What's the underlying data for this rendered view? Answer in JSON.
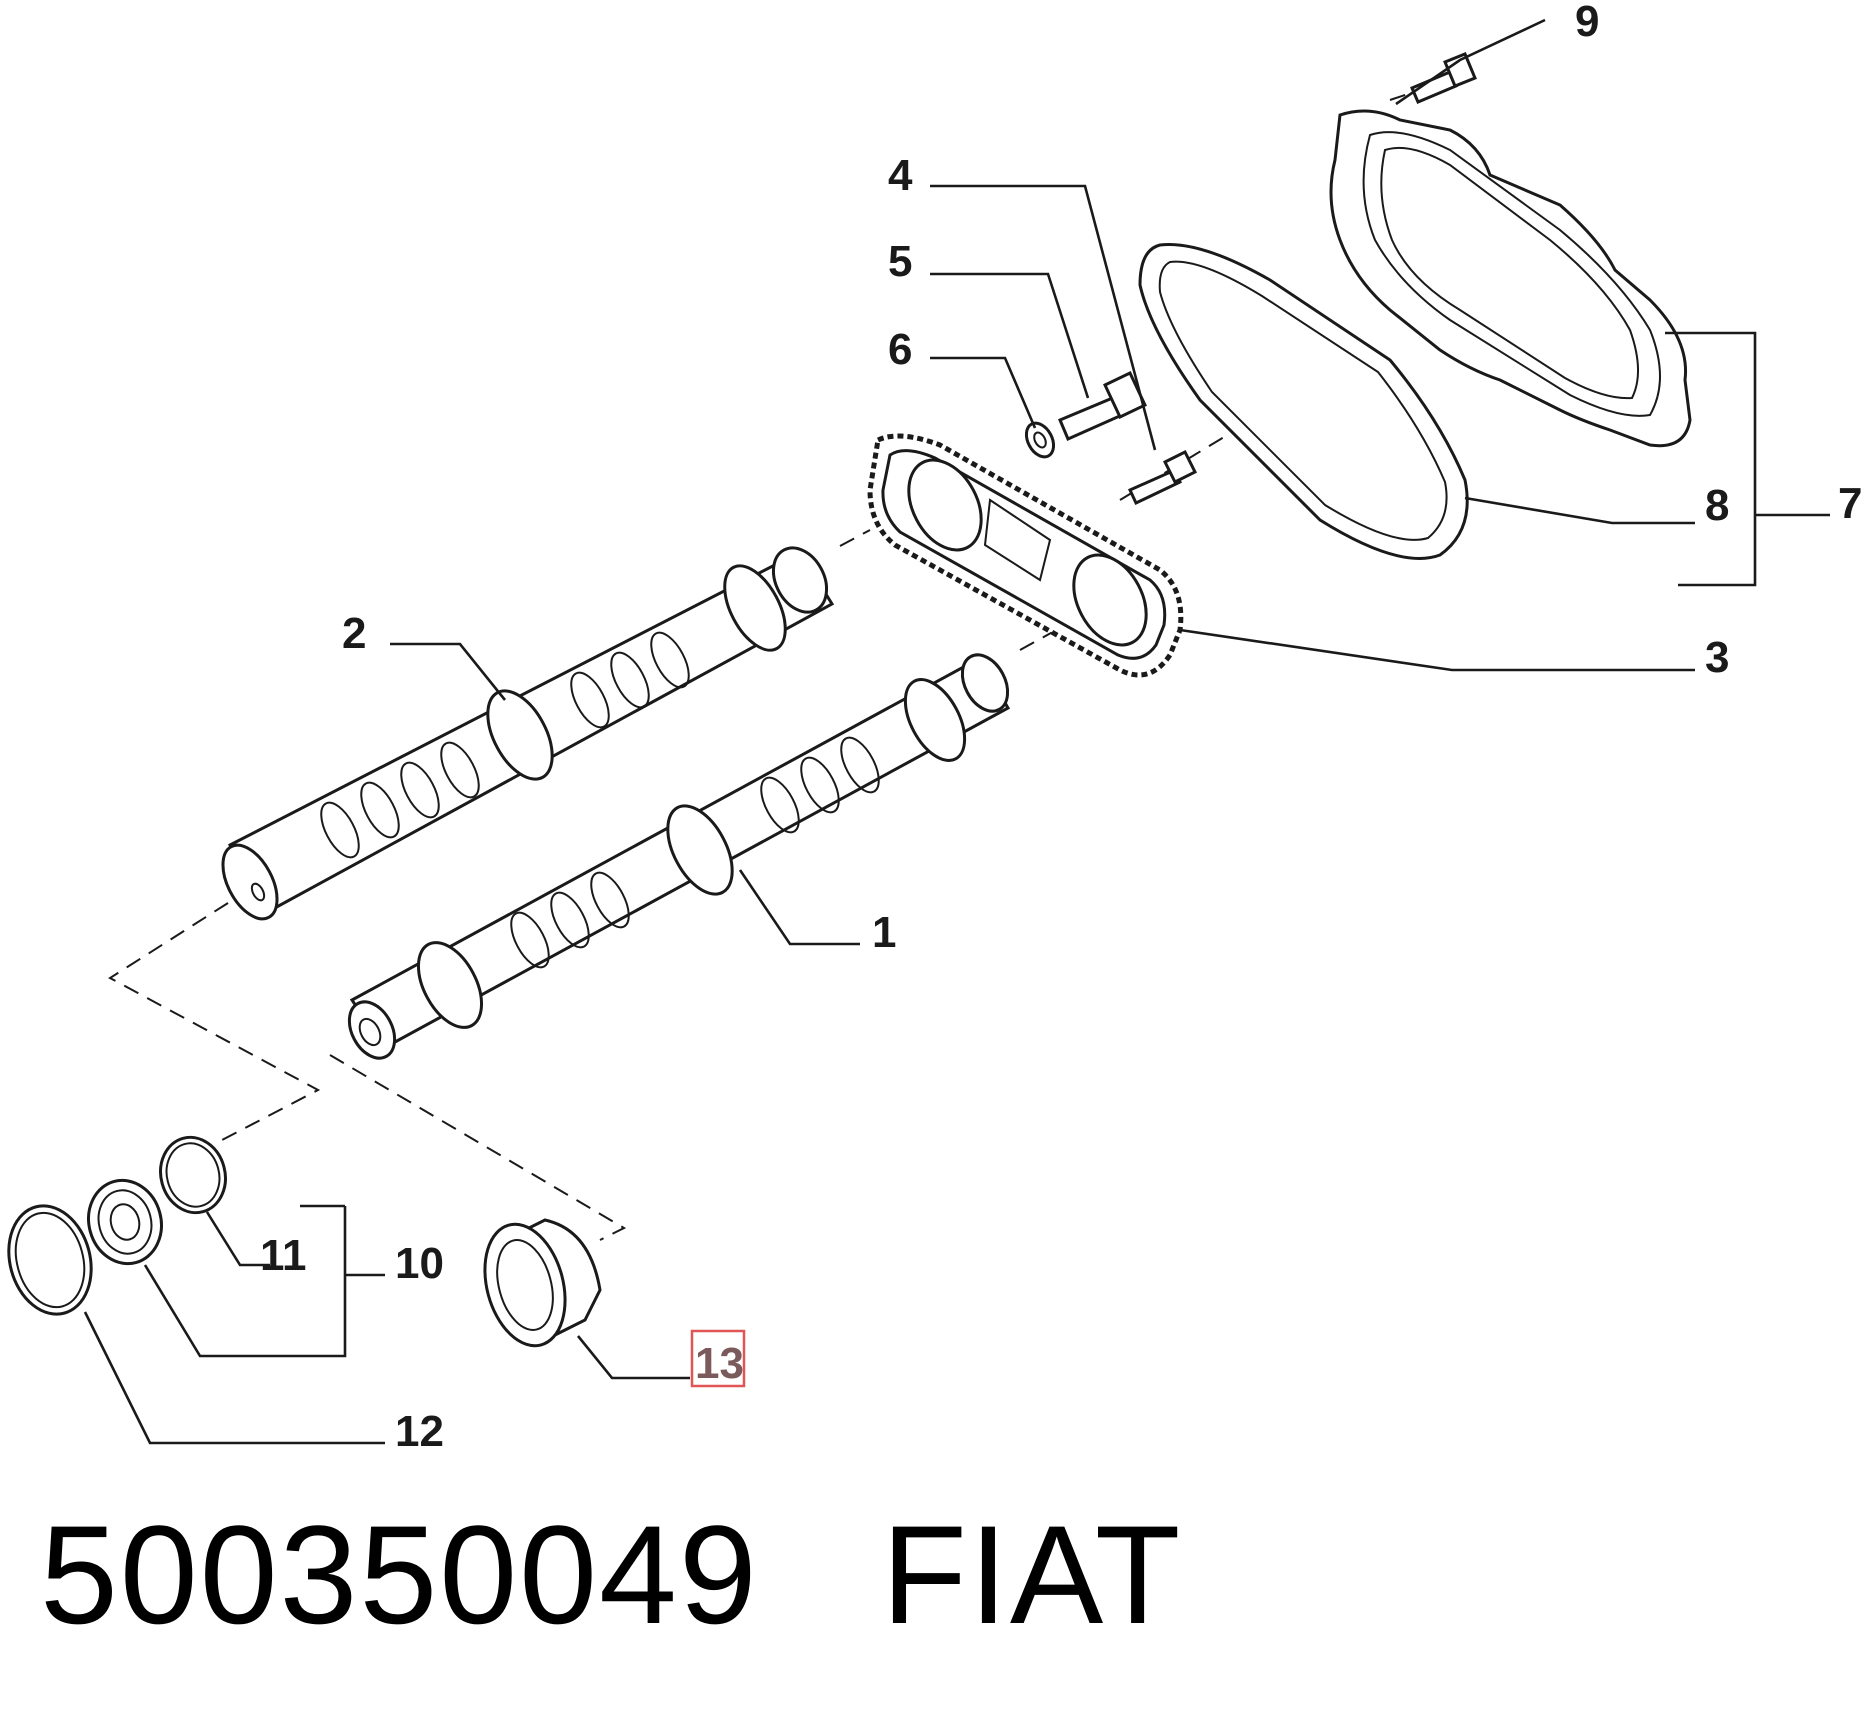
{
  "callouts": {
    "c1": "1",
    "c2": "2",
    "c3": "3",
    "c4": "4",
    "c5": "5",
    "c6": "6",
    "c7": "7",
    "c8": "8",
    "c9": "9",
    "c10": "10",
    "c11": "11",
    "c12": "12",
    "c13": "13"
  },
  "highlight": {
    "callout": "13",
    "border_color": "#e05555",
    "text_color": "#7a5a5a"
  },
  "caption": {
    "part_number": "500350049",
    "brand": "FIAT"
  }
}
